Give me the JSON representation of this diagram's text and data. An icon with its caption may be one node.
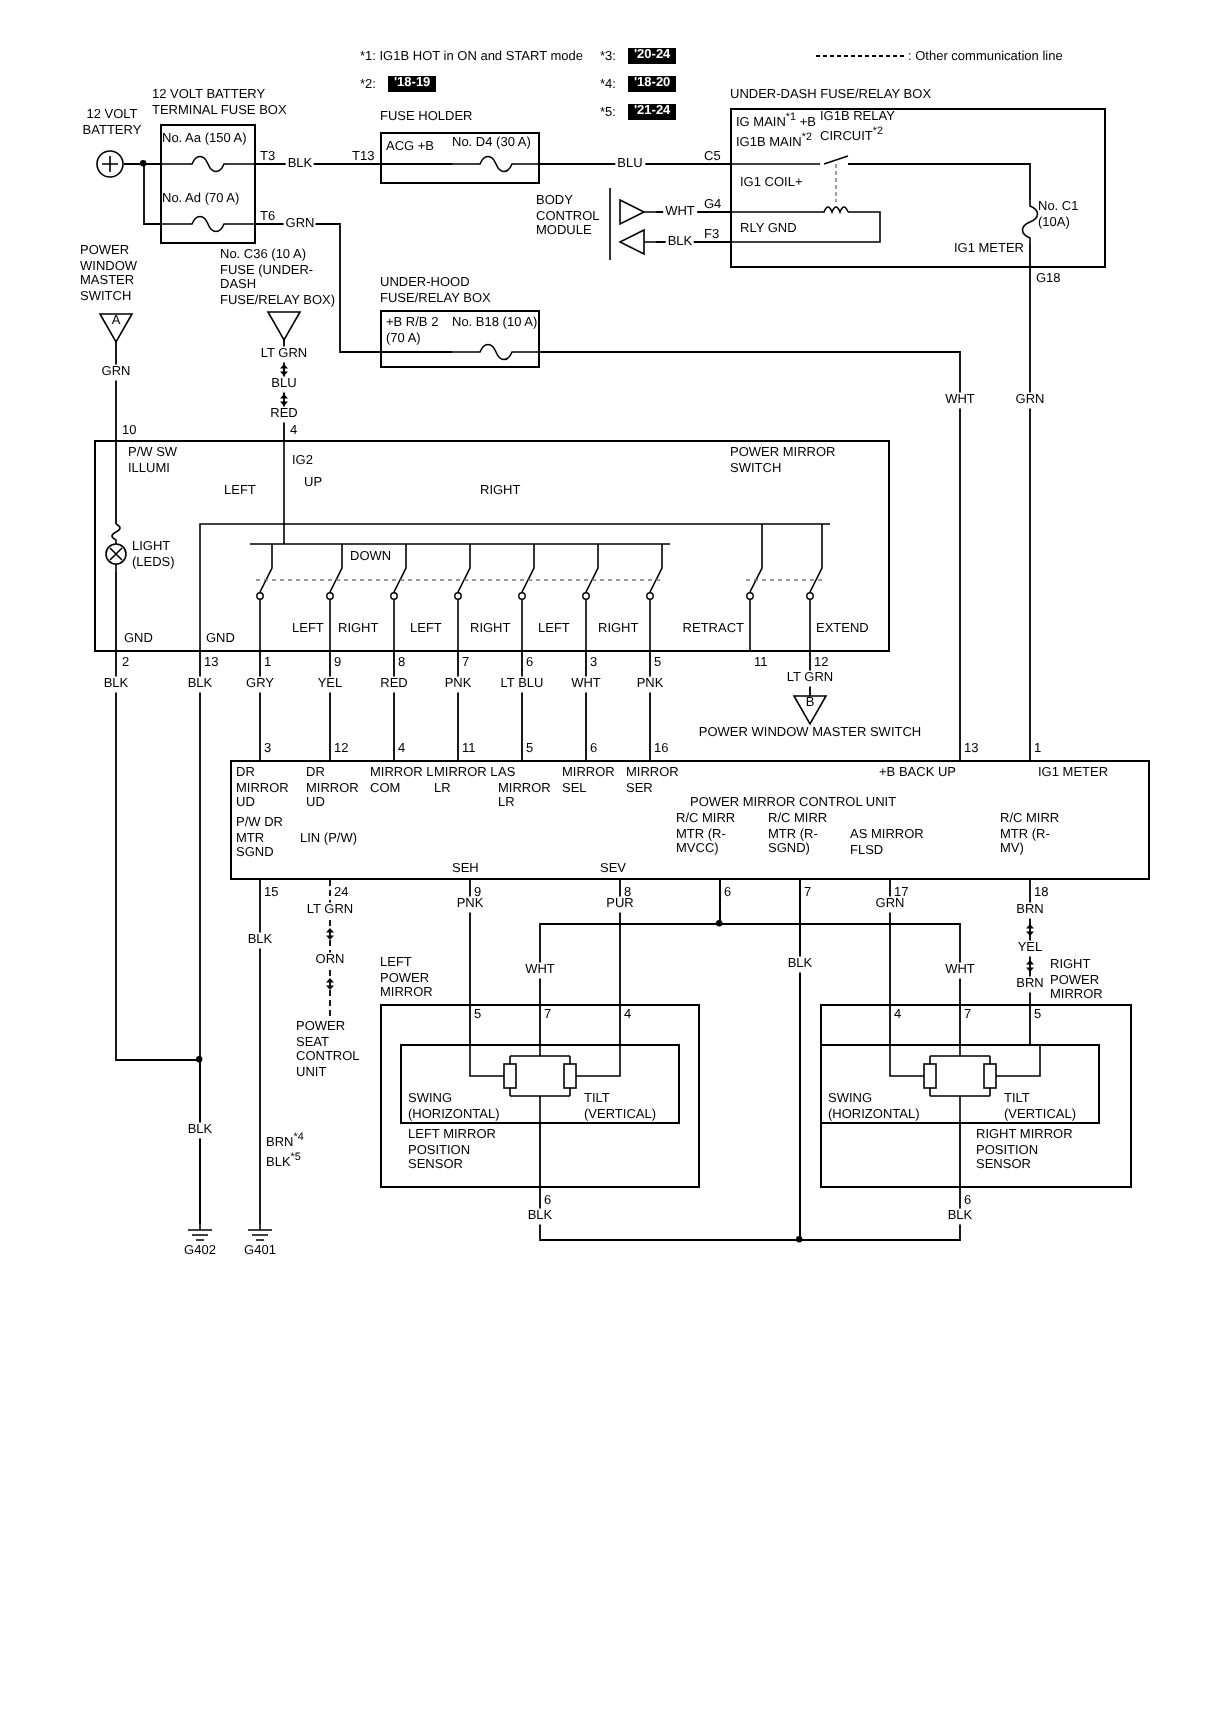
{
  "diagram": {
    "nodes": [
      {
        "text": [
          "12 VOLT BATTERY"
        ]
      },
      {
        "text": [
          "12 VOLT BATTERY TERMINAL FUSE BOX"
        ]
      },
      {
        "text": [
          "No. Aa (150 A)"
        ],
        "in": 1
      },
      {
        "text": [
          "No. Ad (70 A)"
        ],
        "in": 1
      },
      {
        "text": [
          "FUSE HOLDER",
          "ACG +B"
        ]
      },
      {
        "text": [
          "No. D4 (30 A)"
        ],
        "in": 4
      },
      {
        "text": [
          "UNDER-HOOD FUSE/RELAY BOX",
          "+B R/B 2 (70 A)"
        ]
      },
      {
        "text": [
          "No. B18 (10 A)"
        ],
        "in": 6
      },
      {
        "text": [
          "BODY CONTROL MODULE"
        ]
      },
      {
        "text": [
          "UNDER-DASH FUSE/RELAY BOX",
          "IG MAIN$^{*1}$ +B IG1B MAIN$^{*2}$",
          "IG1B RELAY CIRCUIT$^{*2}$",
          "IG1 COIL+",
          "RLY GND",
          "IG1 METER"
        ]
      },
      {
        "text": [
          "No. C1 (10A)"
        ],
        "in": 9
      },
      {
        "text": [
          "A"
        ],
        "beside": [
          "POWER WINDOW MASTER SWITCH"
        ]
      },
      {
        "text": [],
        "shape": "triangle",
        "beside": [
          "No. C36 (10 A) FUSE (UNDER-DASH FUSE/RELAY BOX)"
        ]
      },
      {
        "text": [
          "P/W SW ILLUMI",
          "IG2",
          "POWER MIRROR SWITCH",
          "LEFT",
          "UP",
          "RIGHT",
          "DOWN",
          "LEFT",
          "RIGHT",
          "LEFT",
          "RIGHT",
          "LEFT",
          "RIGHT",
          "RETRACT",
          "EXTEND",
          "GND",
          "GND"
        ]
      },
      {
        "text": [
          "LIGHT (LEDS)"
        ],
        "in": 13
      },
      {
        "text": [
          "B"
        ],
        "beside": [
          "POWER WINDOW MASTER SWITCH"
        ]
      },
      {
        "text": [
          "DR MIRROR UD",
          "DR MIRROR UD",
          "MIRROR L COM",
          "MIRROR L LR",
          "AS MIRROR LR",
          "MIRROR SEL",
          "MIRROR SER",
          "POWER MIRROR CONTROL UNIT",
          "+B BACK UP",
          "IG1 METER",
          "P/W DR MTR SGND",
          "LIN (P/W)",
          "SEH",
          "SEV",
          "R/C MIRR MTR (R-MVCC)",
          "R/C MIRR MTR (R-SGND)",
          "AS MIRROR FLSD",
          "R/C MIRR MTR (R-MV)"
        ]
      },
      {
        "text": [
          "POWER SEAT CONTROL UNIT"
        ]
      },
      {
        "text": [
          "LEFT POWER MIRROR"
        ]
      },
      {
        "text": [
          "SWING (HORIZONTAL)",
          "TILT (VERTICAL)",
          "LEFT MIRROR POSITION SENSOR"
        ],
        "in": 18
      },
      {
        "text": [
          "RIGHT POWER MIRROR"
        ]
      },
      {
        "text": [
          "SWING (HORIZONTAL)",
          "TILT (VERTICAL)",
          "RIGHT MIRROR POSITION SENSOR"
        ],
        "in": 20
      },
      {
        "text": [
          "G402"
        ]
      },
      {
        "text": [
          "G401"
        ]
      }
    ],
    "edges": [
      {
        "from": 0,
        "to": 2,
        "arrow": "none"
      },
      {
        "from": 0,
        "to": 3,
        "arrow": "none"
      },
      {
        "from": 2,
        "to": 5,
        "arrow": "none",
        "label": "BLK"
      },
      {
        "from": 3,
        "to": 7,
        "arrow": "none",
        "label": "GRN"
      },
      {
        "from": 5,
        "to": 9,
        "arrow": "none",
        "label": "BLU"
      },
      {
        "from": 8,
        "to": 9,
        "arrow": "none",
        "label": "WHT"
      },
      {
        "from": 9,
        "to": 8,
        "arrow": "none",
        "label": "BLK"
      },
      {
        "from": 9,
        "to": 10,
        "arrow": "none"
      },
      {
        "from": 10,
        "to": 16,
        "arrow": "none",
        "label": "GRN"
      },
      {
        "from": 7,
        "to": 16,
        "arrow": "none",
        "label": "WHT"
      },
      {
        "from": 11,
        "to": 14,
        "arrow": "none",
        "label": "GRN"
      },
      {
        "from": 12,
        "to": 13,
        "arrow": "none",
        "label": "LT GRN"
      },
      {
        "from": 13,
        "to": 16,
        "arrow": "none",
        "label": "GRY"
      },
      {
        "from": 13,
        "to": 16,
        "arrow": "none",
        "label": "YEL"
      },
      {
        "from": 13,
        "to": 16,
        "arrow": "none",
        "label": "RED"
      },
      {
        "from": 13,
        "to": 16,
        "arrow": "none",
        "label": "PNK"
      },
      {
        "from": 13,
        "to": 16,
        "arrow": "none",
        "label": "LT BLU"
      },
      {
        "from": 13,
        "to": 16,
        "arrow": "none",
        "label": "WHT"
      },
      {
        "from": 13,
        "to": 16,
        "arrow": "none",
        "label": "PNK"
      },
      {
        "from": 13,
        "to": 15,
        "arrow": "none",
        "label": "LT GRN"
      },
      {
        "from": 14,
        "to": 22,
        "arrow": "none",
        "label": "BLK"
      },
      {
        "from": 13,
        "to": 22,
        "arrow": "none",
        "label": "BLK"
      },
      {
        "from": 16,
        "to": 23,
        "arrow": "none",
        "label": "BLK"
      },
      {
        "from": 16,
        "to": 17,
        "arrow": "none",
        "label": "LT GRN",
        "style": "dashed"
      },
      {
        "from": 16,
        "to": 19,
        "arrow": "none",
        "label": "PNK"
      },
      {
        "from": 16,
        "to": 19,
        "arrow": "none",
        "label": "PUR"
      },
      {
        "from": 16,
        "to": 19,
        "arrow": "none",
        "label": "WHT"
      },
      {
        "from": 16,
        "to": 21,
        "arrow": "none",
        "label": "WHT"
      },
      {
        "from": 16,
        "to": 19,
        "arrow": "none",
        "label": "BLK"
      },
      {
        "from": 16,
        "to": 21,
        "arrow": "none",
        "label": "BLK"
      },
      {
        "from": 16,
        "to": 21,
        "arrow": "none",
        "label": "GRN"
      },
      {
        "from": 16,
        "to": 21,
        "arrow": "none",
        "label": "BRN"
      }
    ],
    "labels": [
      "*1: IG1B HOT in ON and START mode",
      "*2:",
      "'18-19",
      "*3:",
      "'20-24",
      "*4:",
      "'18-20",
      "*5:",
      "'21-24",
      "T3",
      "T13",
      "C5",
      "G4",
      "T6",
      "F3",
      "G18",
      "BLU",
      "RED",
      "10",
      "4",
      "2",
      "13",
      "1",
      "9",
      "8",
      "7",
      "6",
      "3",
      "5",
      "11",
      "12",
      "3",
      "12",
      "4",
      "11",
      "5",
      "6",
      "16",
      "13",
      "1",
      "15",
      "24",
      "9",
      "8",
      "6",
      "7",
      "17",
      "18",
      "ORN",
      "BLK",
      "YEL",
      "BRN",
      "5",
      "7",
      "4",
      "4",
      "7",
      "5",
      "BLK",
      "BRN$^{*4}$ BLK$^{*5}$",
      "6",
      "6"
    ],
    "legend": [
      {
        "text": ": Other communication line"
      }
    ]
  }
}
